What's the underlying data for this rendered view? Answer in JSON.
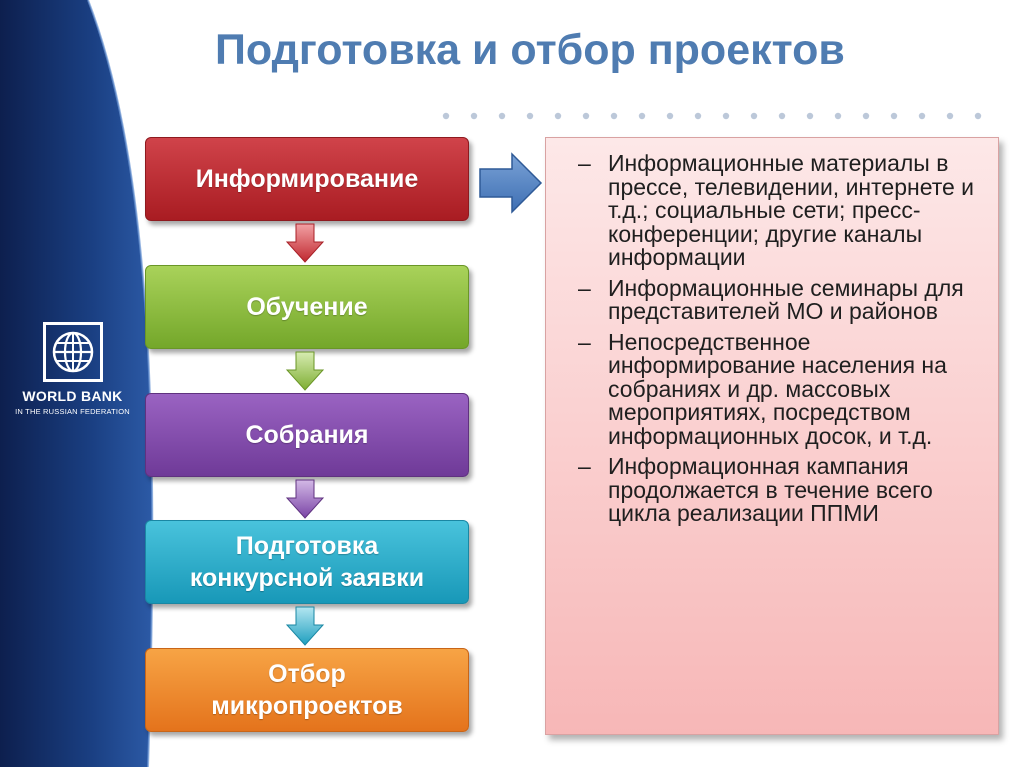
{
  "title": "Подготовка и отбор проектов",
  "logo": {
    "icon": "globe-icon",
    "name": "WORLD BANK",
    "subtitle": "IN THE RUSSIAN FEDERATION"
  },
  "colors": {
    "title": "#4f7cb1",
    "step1": "#c0282f",
    "step2": "#8cbc3f",
    "step3": "#844bb0",
    "step4": "#2aaecc",
    "step5": "#ef8a2c",
    "panel": "#f9c9c9"
  },
  "steps": [
    {
      "label": "Информирование"
    },
    {
      "label": "Обучение"
    },
    {
      "label": "Собрания"
    },
    {
      "label": "Подготовка конкурсной заявки"
    },
    {
      "label": "Отбор микропроектов"
    }
  ],
  "details": {
    "dash": "–",
    "items": [
      "Информационные материалы  в прессе, телевидении, интернете и т.д.; социальные сети; пресс-конференции; другие каналы информации",
      "Информационные семинары для представителей МО и районов",
      "Непосредственное информирование населения на собраниях и др. массовых мероприятиях, посредством информационных досок, и т.д.",
      "Информационная кампания продолжается в течение всего цикла реализации ППМИ"
    ]
  }
}
